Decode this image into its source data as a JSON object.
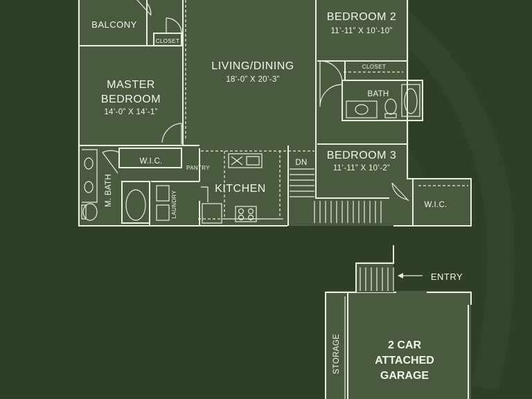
{
  "plan": {
    "rooms": {
      "balcony": {
        "name": "BALCONY"
      },
      "closet_top": {
        "name": "CLOSET"
      },
      "living": {
        "name": "LIVING/DINING",
        "dims": "18’-0” X 20’-3”"
      },
      "master": {
        "name_line1": "MASTER",
        "name_line2": "BEDROOM",
        "dims": "14’-0” X 14’-1”"
      },
      "bedroom2": {
        "name": "BEDROOM 2",
        "dims": "11’-11” X 10’-10”"
      },
      "closet_b2": {
        "name": "CLOSET"
      },
      "bath": {
        "name": "BATH"
      },
      "bedroom3": {
        "name": "BEDROOM 3",
        "dims": "11’-11” X 10’-2”"
      },
      "wic_master": {
        "name": "W.I.C."
      },
      "pantry": {
        "name": "PANTRY"
      },
      "kitchen": {
        "name": "KITCHEN"
      },
      "stairs_dn": {
        "name": "DN"
      },
      "mbath": {
        "name": "M. BATH"
      },
      "laundry": {
        "name": "LAUNDRY"
      },
      "wic_b3": {
        "name": "W.I.C."
      },
      "storage": {
        "name": "STORAGE"
      },
      "garage": {
        "line1": "2 CAR",
        "line2": "ATTACHED",
        "line3": "GARAGE"
      }
    },
    "entry_label": "ENTRY",
    "colors": {
      "background": "#2f3f27",
      "room_fill": "#4a5a3f",
      "line": "#e9eee0"
    }
  }
}
